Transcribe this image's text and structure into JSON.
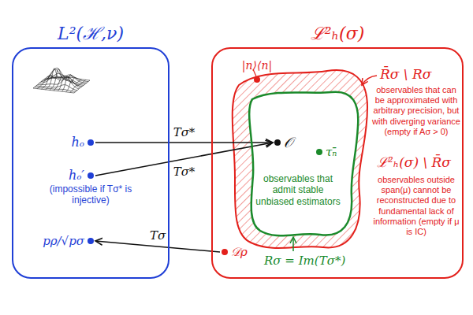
{
  "diagram": {
    "nodes": [
      {
        "text": [
          "L²(ℋ,ν)"
        ]
      },
      {
        "text": [
          "hₒ"
        ],
        "in": 0
      },
      {
        "text": [
          "hₒ′"
        ],
        "in": 0
      },
      {
        "text": [
          "pρ/√pσ"
        ],
        "in": 0
      },
      {
        "text": [
          "ℒ²ₕ(σ)"
        ]
      },
      {
        "text": [
          "|n⟩⟨n|"
        ],
        "in": 4
      },
      {
        "text": [
          "observables that admit stable unbiased estimators"
        ],
        "in": 4
      },
      {
        "text": [
          "𝒪"
        ],
        "in": 6
      },
      {
        "text": [
          "τₙ̄"
        ],
        "in": 6
      },
      {
        "text": [
          "𝒟ρ"
        ],
        "in": 4
      }
    ],
    "edges": [
      {
        "from": 1,
        "to": 7,
        "label": "Tσ*",
        "arrow": "to"
      },
      {
        "from": 2,
        "to": 7,
        "label": "Tσ*",
        "arrow": "to"
      },
      {
        "from": 9,
        "to": 3,
        "label": "Tσ",
        "arrow": "to"
      }
    ],
    "labels": [
      "(impossible if Tσ* is injective)",
      "R̄σ \\ Rσ",
      "observables that can be approximated with arbitrary precision, but with diverging variance (empty if Aσ > 0)",
      "ℒ²ₕ(σ) \\ R̄σ",
      "observables outside span(μ) cannot be reconstructed due to fundamental lack of information (empty if μ is IC)",
      "Rσ = Im(Tσ*)"
    ]
  }
}
